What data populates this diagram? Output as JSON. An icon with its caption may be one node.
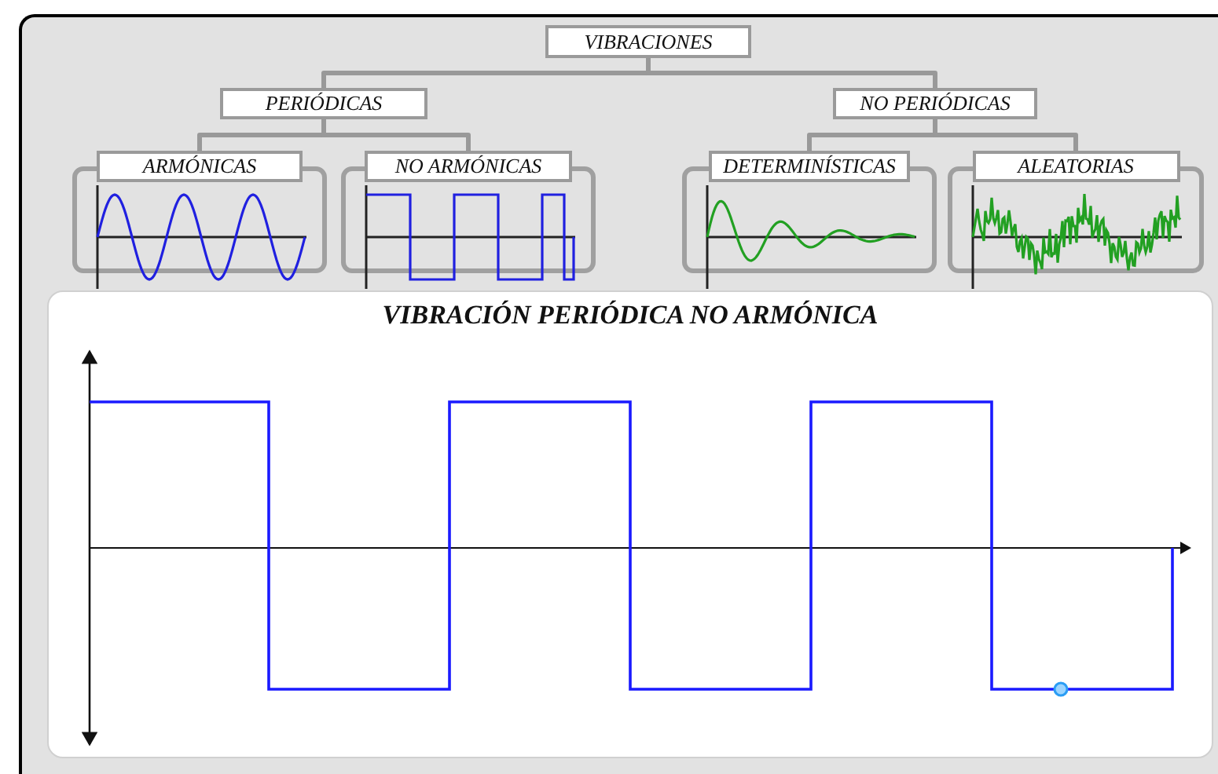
{
  "diagram": {
    "nodes": [
      {
        "text": [
          "VIBRACIONES"
        ]
      },
      {
        "text": [
          "PERIÓDICAS"
        ]
      },
      {
        "text": [
          "NO PERIÓDICAS"
        ]
      },
      {
        "text": [
          "ARMÓNICAS"
        ]
      },
      {
        "text": [
          "NO ARMÓNICAS"
        ]
      },
      {
        "text": [
          "DETERMINÍSTICAS"
        ]
      },
      {
        "text": [
          "ALEATORIAS"
        ]
      },
      {
        "text": [
          "VIBRACIÓN PERIÓDICA NO ARMÓNICA"
        ]
      }
    ],
    "edges": [
      {
        "from": 0,
        "to": 1,
        "arrow": "none"
      },
      {
        "from": 0,
        "to": 2,
        "arrow": "none"
      },
      {
        "from": 1,
        "to": 3,
        "arrow": "none"
      },
      {
        "from": 1,
        "to": 4,
        "arrow": "none"
      },
      {
        "from": 2,
        "to": 5,
        "arrow": "none"
      },
      {
        "from": 2,
        "to": 6,
        "arrow": "none"
      }
    ]
  }
}
